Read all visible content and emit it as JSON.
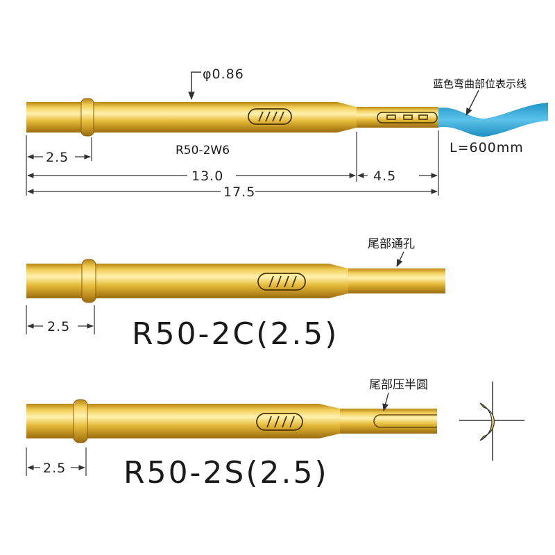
{
  "probe1": {
    "diameter_label": "φ0.86",
    "model": "R50-2W6",
    "dim_head": "2.5",
    "dim_body": "13.0",
    "dim_tail": "4.5",
    "dim_total": "17.5",
    "wire_note": "蓝色弯曲部位表示线",
    "wire_length": "L=600mm"
  },
  "probe2": {
    "tail_note": "尾部通孔",
    "dim_head": "2.5",
    "model": "R50-2C(2.5)"
  },
  "probe3": {
    "tail_note": "尾部压半圆",
    "dim_head": "2.5",
    "model": "R50-2S(2.5)"
  },
  "colors": {
    "gold_light": "#fbe58c",
    "gold_mid": "#e0b12e",
    "gold_dark": "#a87510",
    "wire_blue": "#37a9d6",
    "line": "#333333"
  }
}
